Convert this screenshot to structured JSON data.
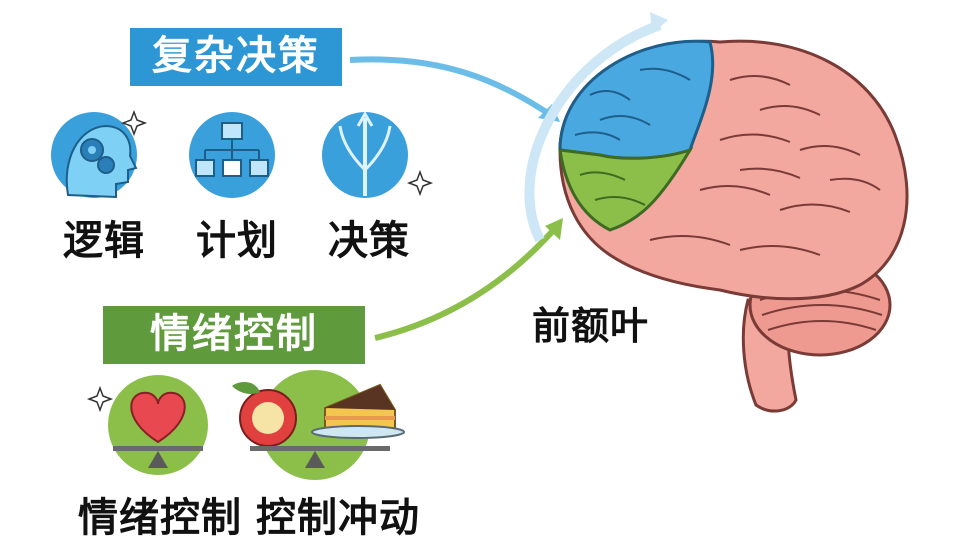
{
  "complex_decision": {
    "title": "复杂决策",
    "items": [
      "逻辑",
      "计划",
      "决策"
    ]
  },
  "emotion_control": {
    "title": "情绪控制",
    "items": [
      "情绪控制",
      "控制冲动"
    ]
  },
  "brain": {
    "label": "前额叶"
  },
  "colors": {
    "blue_accent": "#2c97d4",
    "green_accent": "#5f9a3c",
    "frontal_lobe_blue": "#4aa8e0",
    "prefrontal_green": "#8cbf4a",
    "brain_pink": "#f2a79f"
  }
}
